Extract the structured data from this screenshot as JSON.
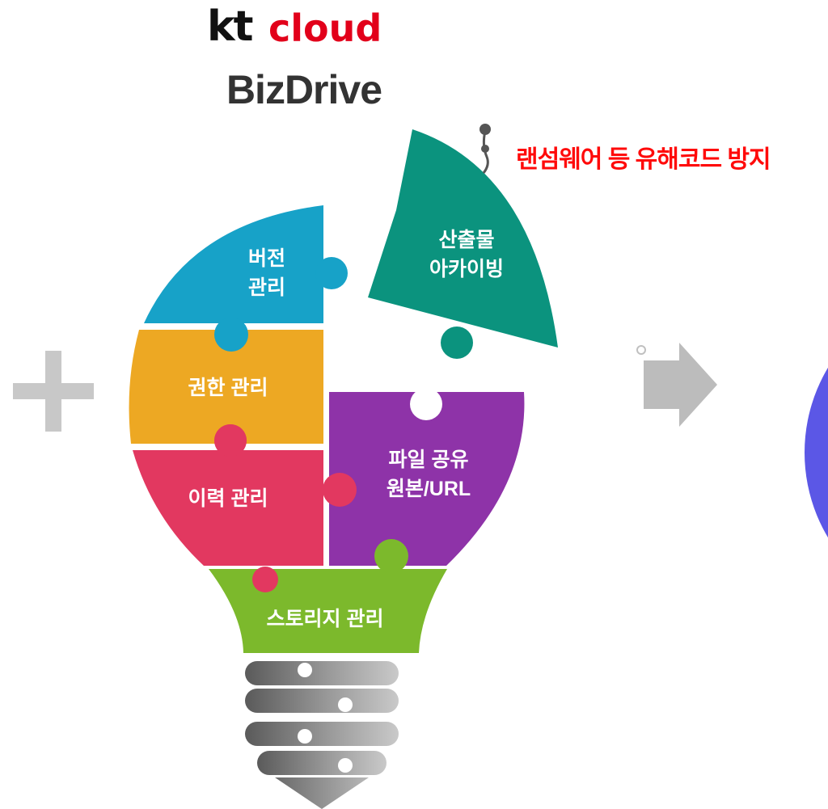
{
  "header": {
    "logo_kt": "kt",
    "logo_cloud": "cloud",
    "product_name": "BizDrive"
  },
  "callout": {
    "ransomware_label": "랜섬웨어 등 유해코드 방지"
  },
  "pieces": {
    "version": [
      "버전",
      "관리"
    ],
    "archive": [
      "산출물",
      "아카이빙"
    ],
    "permission": "권한 관리",
    "history": "이력 관리",
    "sharing": [
      "파일 공유",
      "원본/URL"
    ],
    "storage": "스토리지 관리"
  },
  "colors": {
    "version": "#17a2c8",
    "archive": "#0b937e",
    "permission": "#eda823",
    "history": "#e23860",
    "sharing": "#8e33a8",
    "storage": "#7cb92c",
    "ransomware_text": "#ff0a0a",
    "plus_sign": "#c8c8c8",
    "arrow": "#bcbcbc",
    "circle": "#5b57e6"
  },
  "icons": [
    "plus-icon",
    "right-arrow-icon",
    "screw-base-icon",
    "pin-icon"
  ]
}
